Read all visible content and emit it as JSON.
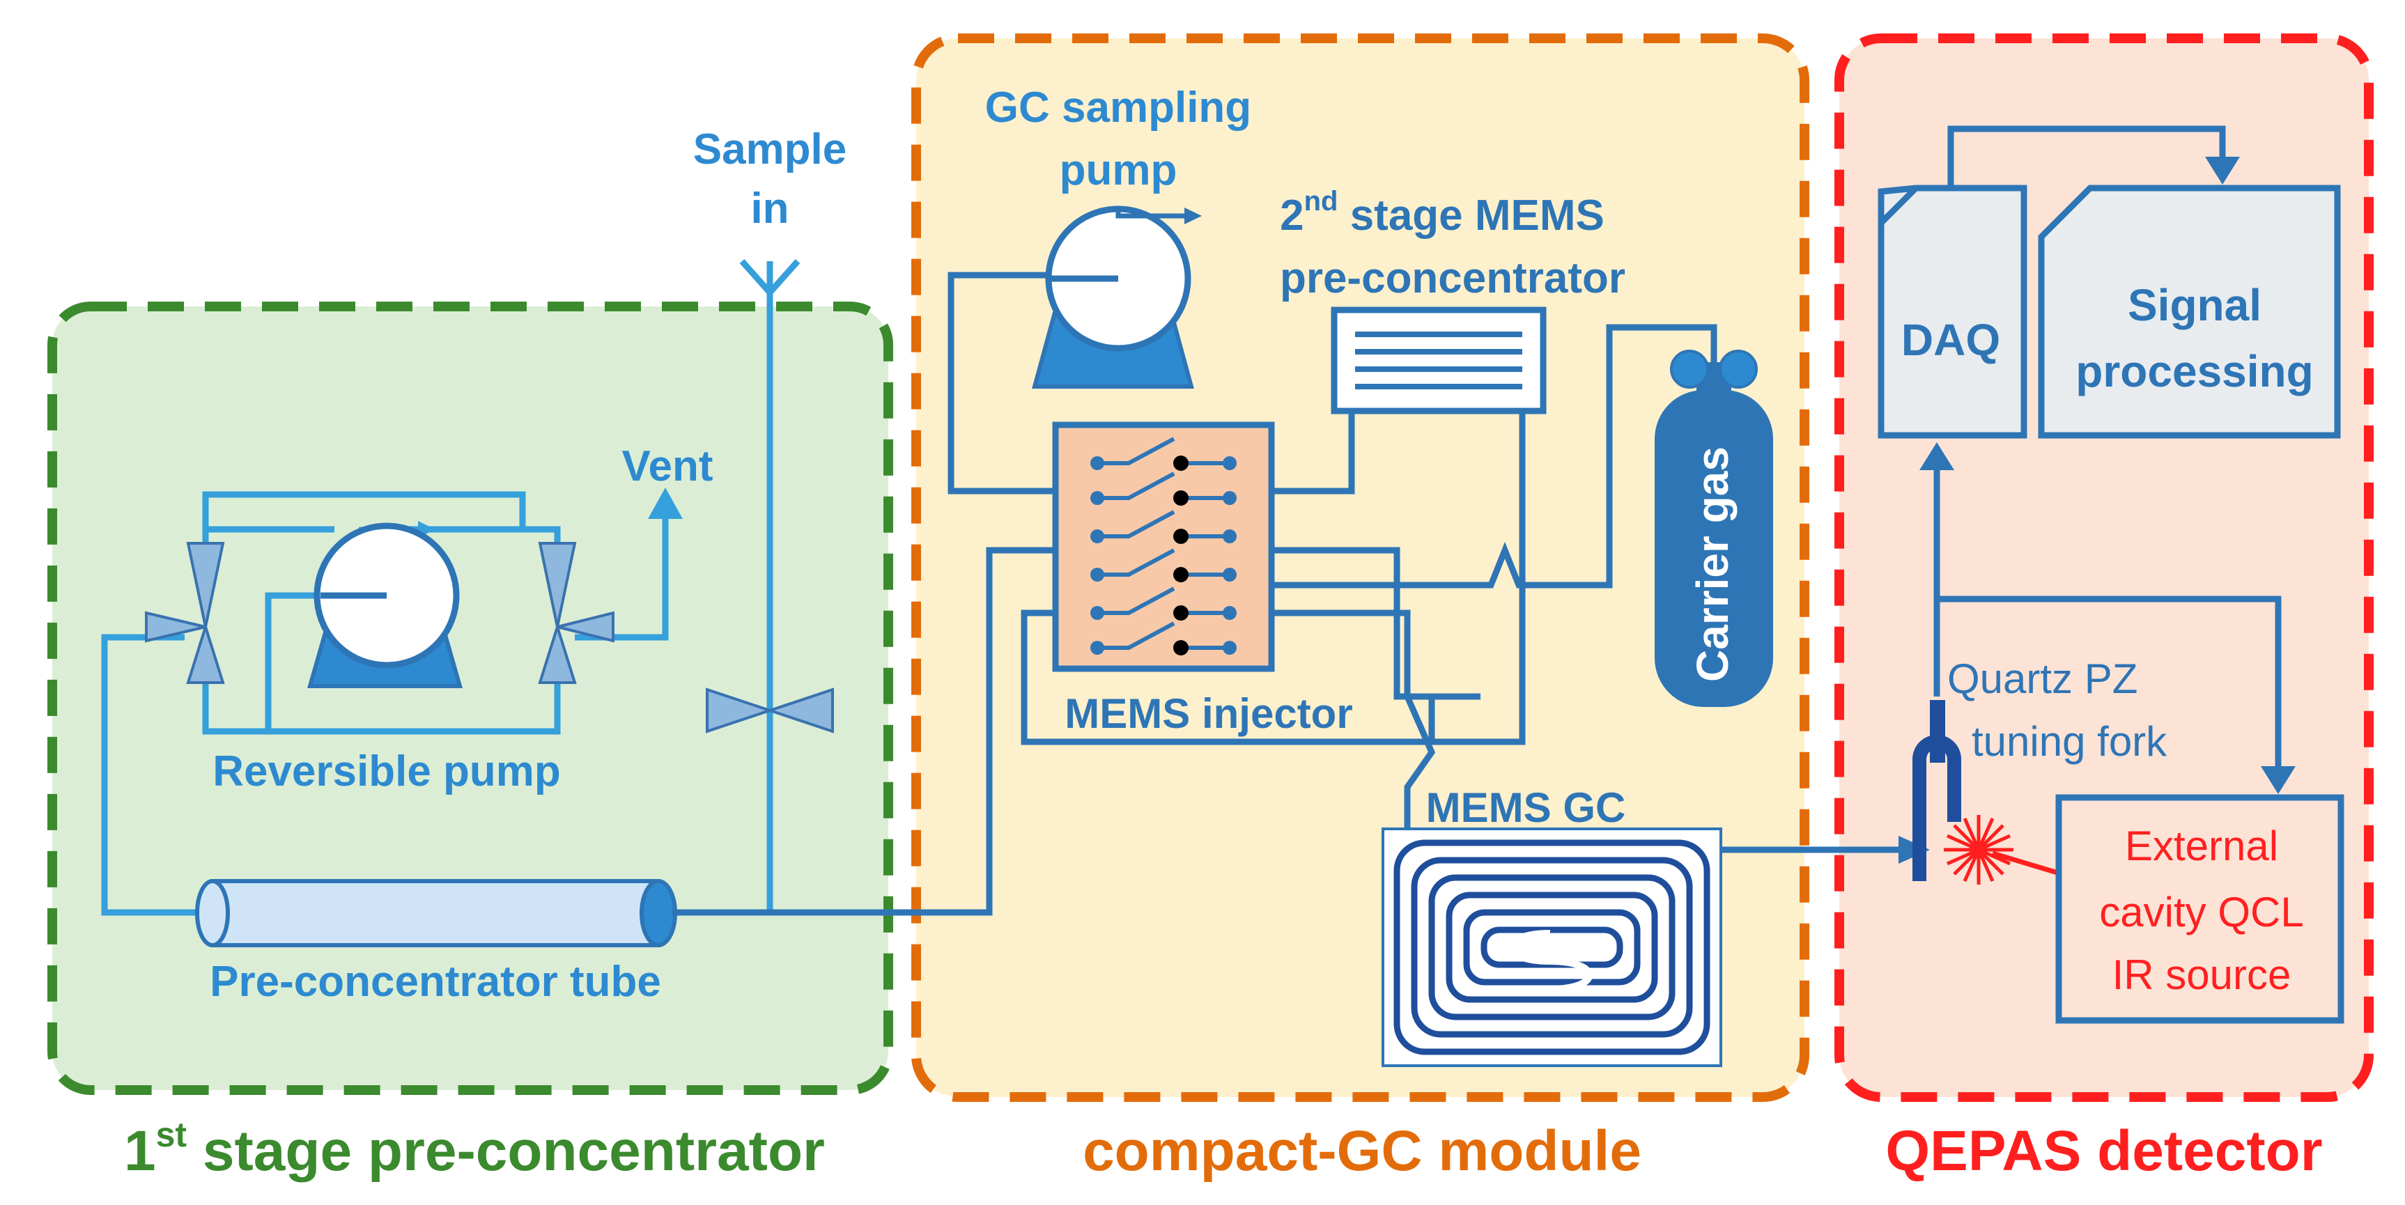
{
  "sections": {
    "stage1": {
      "label_main": "1",
      "label_sup": "st",
      "label_rest": " stage pre-concentrator",
      "color": "#3b8a2e",
      "fill": "#dbeed5"
    },
    "compact_gc": {
      "label": "compact-GC module",
      "color": "#e36c0a",
      "fill": "#fdf0cc"
    },
    "qepas": {
      "label": "QEPAS detector",
      "color": "#ff1f1f",
      "fill": "#fce3d6"
    }
  },
  "components": {
    "sample_in": {
      "line1": "Sample",
      "line2": "in"
    },
    "vent": "Vent",
    "reversible_pump": "Reversible pump",
    "preconc_tube": "Pre-concentrator tube",
    "gc_sampling_pump": {
      "line1": "GC sampling",
      "line2": "pump"
    },
    "mems_preconc": {
      "line1_main": "2",
      "line1_sup": "nd",
      "line1_rest": " stage MEMS",
      "line2": "pre-concentrator"
    },
    "mems_injector": "MEMS  injector",
    "carrier_gas": "Carrier gas",
    "mems_gc": "MEMS GC",
    "daq": "DAQ",
    "signal_processing": {
      "line1": "Signal",
      "line2": "processing"
    },
    "tuning_fork": {
      "line1": "Quartz PZ",
      "line2": "tuning fork"
    },
    "qcl": {
      "line1": "External",
      "line2": "cavity QCL",
      "line3": "IR source"
    }
  },
  "colors": {
    "pipe_light": "#35a0dc",
    "pipe_dark": "#2e75b6",
    "injector_fill": "#f8c9a8",
    "pump_body": "#2e8ad0",
    "box_fill": "#e8ecef"
  }
}
